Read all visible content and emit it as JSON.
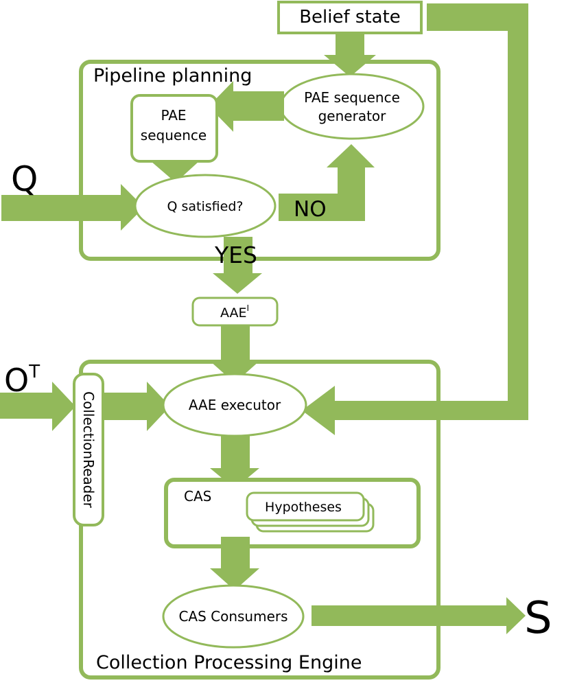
{
  "colors": {
    "green": "#92b95a",
    "fill": "#ffffff",
    "text": "#000000"
  },
  "belief_state": "Belief state",
  "pipeline_planning": {
    "title": "Pipeline planning",
    "pae_sequence_line1": "PAE",
    "pae_sequence_line2": "sequence",
    "pae_generator_line1": "PAE sequence",
    "pae_generator_line2": "generator",
    "q_satisfied": "Q satisfied?",
    "no": "NO"
  },
  "inputs": {
    "q": "Q",
    "o_base": "O",
    "o_sup": "T"
  },
  "yes": "YES",
  "aae": {
    "base": "AAE",
    "sup": "I"
  },
  "cpe": {
    "title": "Collection Processing Engine",
    "collection_reader": "CollectionReader",
    "aae_executor": "AAE executor",
    "cas": "CAS",
    "hypotheses": "Hypotheses",
    "cas_consumers": "CAS Consumers"
  },
  "output": "S"
}
